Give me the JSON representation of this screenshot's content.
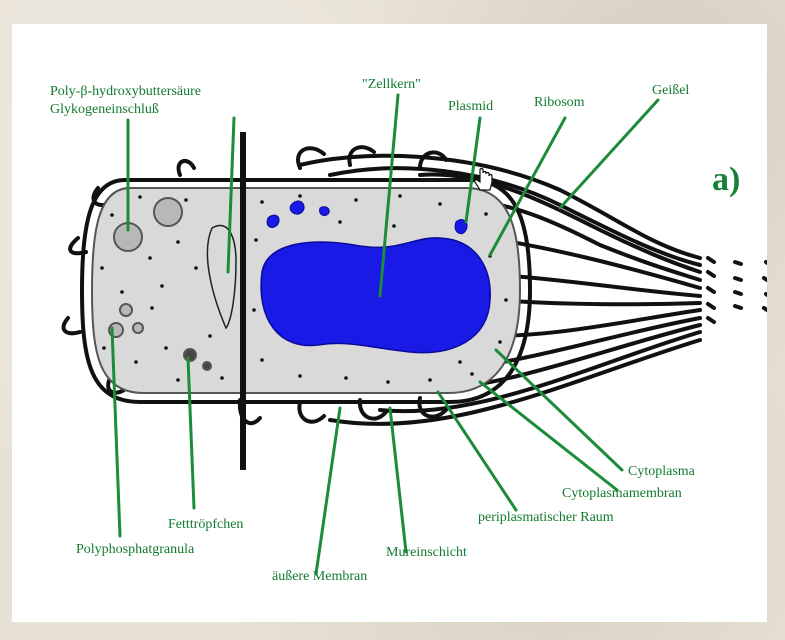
{
  "panel_label": "a)",
  "labels": {
    "poly_hydroxy": "Poly-β-hydroxybuttersäure",
    "glykogen": "Glykogeneinschluß",
    "zellkern": "\"Zellkern\"",
    "plasmid": "Plasmid",
    "ribosom": "Ribosom",
    "geissel": "Geißel",
    "cytoplasma": "Cytoplasma",
    "cytoplasmamembran": "Cytoplasmamembran",
    "periplasma": "periplasmatischer Raum",
    "mureinschicht": "Mureinschicht",
    "aeussere_membran": "äußere Membran",
    "fetttroepfchen": "Fetttröpfchen",
    "polyphosphat": "Polyphosphatgranula"
  },
  "colors": {
    "label_green": "#127a2f",
    "nucleoid_blue": "#1a1ae6",
    "cell_fill": "#d9d9d9",
    "outline": "#111111"
  }
}
